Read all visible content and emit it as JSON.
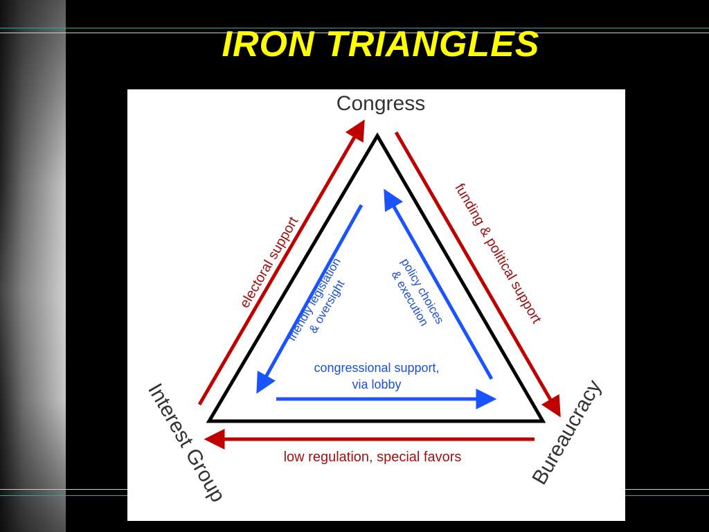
{
  "slide": {
    "title": "IRON TRIANGLES"
  },
  "diagram": {
    "nodes": {
      "congress": "Congress",
      "interest_group": "Interest Group",
      "bureaucracy": "Bureaucracy"
    },
    "outer_labels": {
      "electoral_support": "electoral support",
      "funding_political_support": "funding & political support",
      "low_regulation": "low regulation, special favors"
    },
    "inner_labels": {
      "friendly_legislation_line1": "friendly legislation",
      "friendly_legislation_line2": "& oversight",
      "policy_choices_line1": "policy choices",
      "policy_choices_line2": "& execution",
      "congressional_support_line1": "congressional support,",
      "congressional_support_line2": "via lobby"
    },
    "colors": {
      "outer_arrow": "#c00000",
      "inner_arrow": "#1a53ff",
      "triangle": "#000000",
      "title": "#ffff00",
      "outer_text": "#a01010",
      "inner_text": "#1a4fd6",
      "node_text": "#333333"
    }
  }
}
